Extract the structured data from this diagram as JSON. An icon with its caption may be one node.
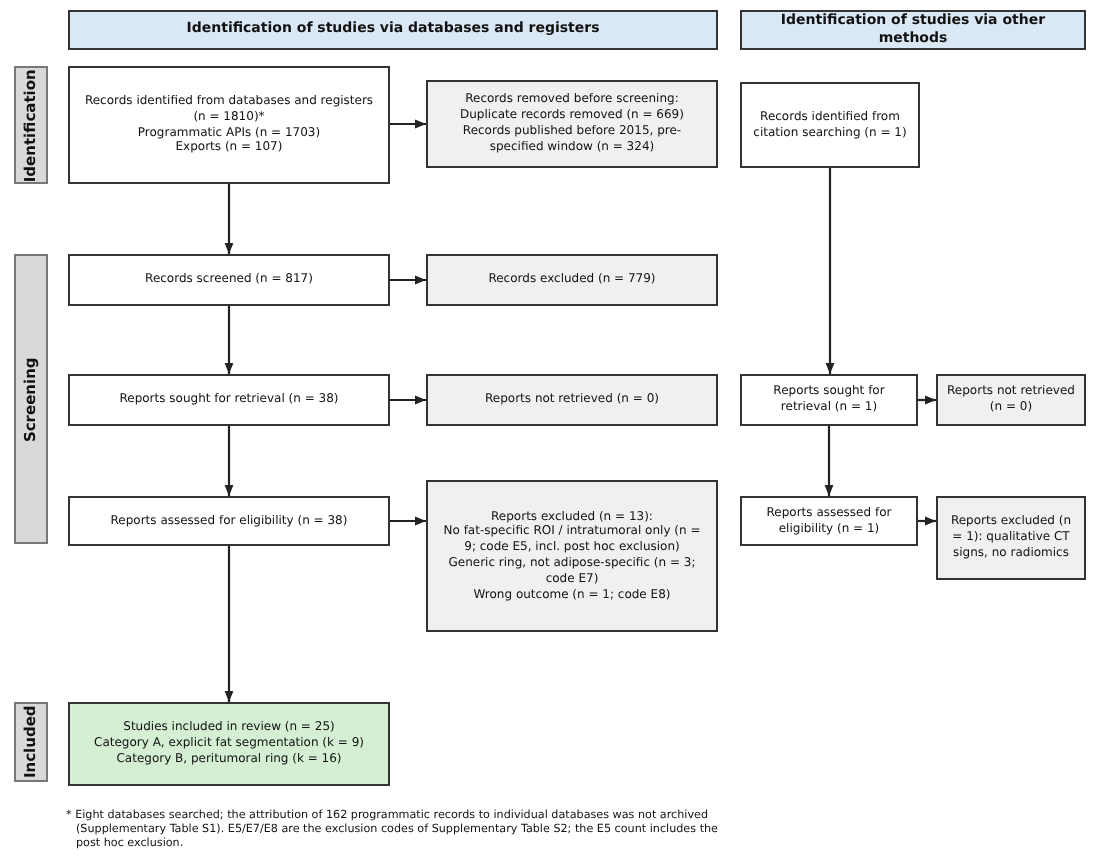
{
  "diagram": {
    "nodes": [
      {
        "text": [
          "Identification of studies via databases and registers"
        ]
      },
      {
        "text": [
          "Identification of studies via other methods"
        ]
      },
      {
        "text": [
          "Identification"
        ]
      },
      {
        "text": [
          "Records identified from databases and registers (n = 1810)*",
          "Programmatic APIs (n = 1703)",
          "Exports (n = 107)"
        ]
      },
      {
        "text": [
          "Records removed before screening:",
          "Duplicate records removed (n = 669)",
          "Records published before 2015, pre-specified window (n = 324)"
        ]
      },
      {
        "text": [
          "Records identified from citation searching (n = 1)"
        ]
      },
      {
        "text": [
          "Screening"
        ]
      },
      {
        "text": [
          "Records screened (n = 817)"
        ]
      },
      {
        "text": [
          "Records excluded (n = 779)"
        ]
      },
      {
        "text": [
          "Reports sought for retrieval (n = 38)"
        ]
      },
      {
        "text": [
          "Reports not retrieved (n = 0)"
        ]
      },
      {
        "text": [
          "Reports sought for retrieval (n = 1)"
        ]
      },
      {
        "text": [
          "Reports not retrieved (n = 0)"
        ]
      },
      {
        "text": [
          "Reports assessed for eligibility (n = 38)"
        ]
      },
      {
        "text": [
          "Reports excluded (n = 13):",
          "No fat-specific ROI / intratumoral only (n = 9; code E5, incl. post hoc exclusion)",
          "Generic ring, not adipose-specific (n = 3; code E7)",
          "Wrong outcome (n = 1; code E8)"
        ]
      },
      {
        "text": [
          "Reports assessed for eligibility (n = 1)"
        ]
      },
      {
        "text": [
          "Reports excluded (n = 1): qualitative CT signs, no radiomics"
        ]
      },
      {
        "text": [
          "Included"
        ]
      },
      {
        "text": [
          "Studies included in review (n = 25)",
          "Category A, explicit fat segmentation (k = 9)",
          "Category B, peritumoral ring (k = 16)"
        ]
      }
    ],
    "edges": [
      {
        "from": 3,
        "to": 4,
        "arrow": "to"
      },
      {
        "from": 3,
        "to": 7,
        "arrow": "to"
      },
      {
        "from": 7,
        "to": 8,
        "arrow": "to"
      },
      {
        "from": 7,
        "to": 9,
        "arrow": "to"
      },
      {
        "from": 9,
        "to": 10,
        "arrow": "to"
      },
      {
        "from": 9,
        "to": 13,
        "arrow": "to"
      },
      {
        "from": 13,
        "to": 14,
        "arrow": "to"
      },
      {
        "from": 13,
        "to": 18,
        "arrow": "to"
      },
      {
        "from": 5,
        "to": 11,
        "arrow": "to"
      },
      {
        "from": 11,
        "to": 12,
        "arrow": "to"
      },
      {
        "from": 11,
        "to": 15,
        "arrow": "to"
      },
      {
        "from": 15,
        "to": 16,
        "arrow": "to"
      }
    ],
    "labels": [
      "* Eight databases searched; the attribution of 162 programmatic records to individual databases was not archived (Supplementary Table S1). E5/E7/E8 are the exclusion codes of Supplementary Table S2; the E5 count includes the post hoc exclusion."
    ]
  }
}
